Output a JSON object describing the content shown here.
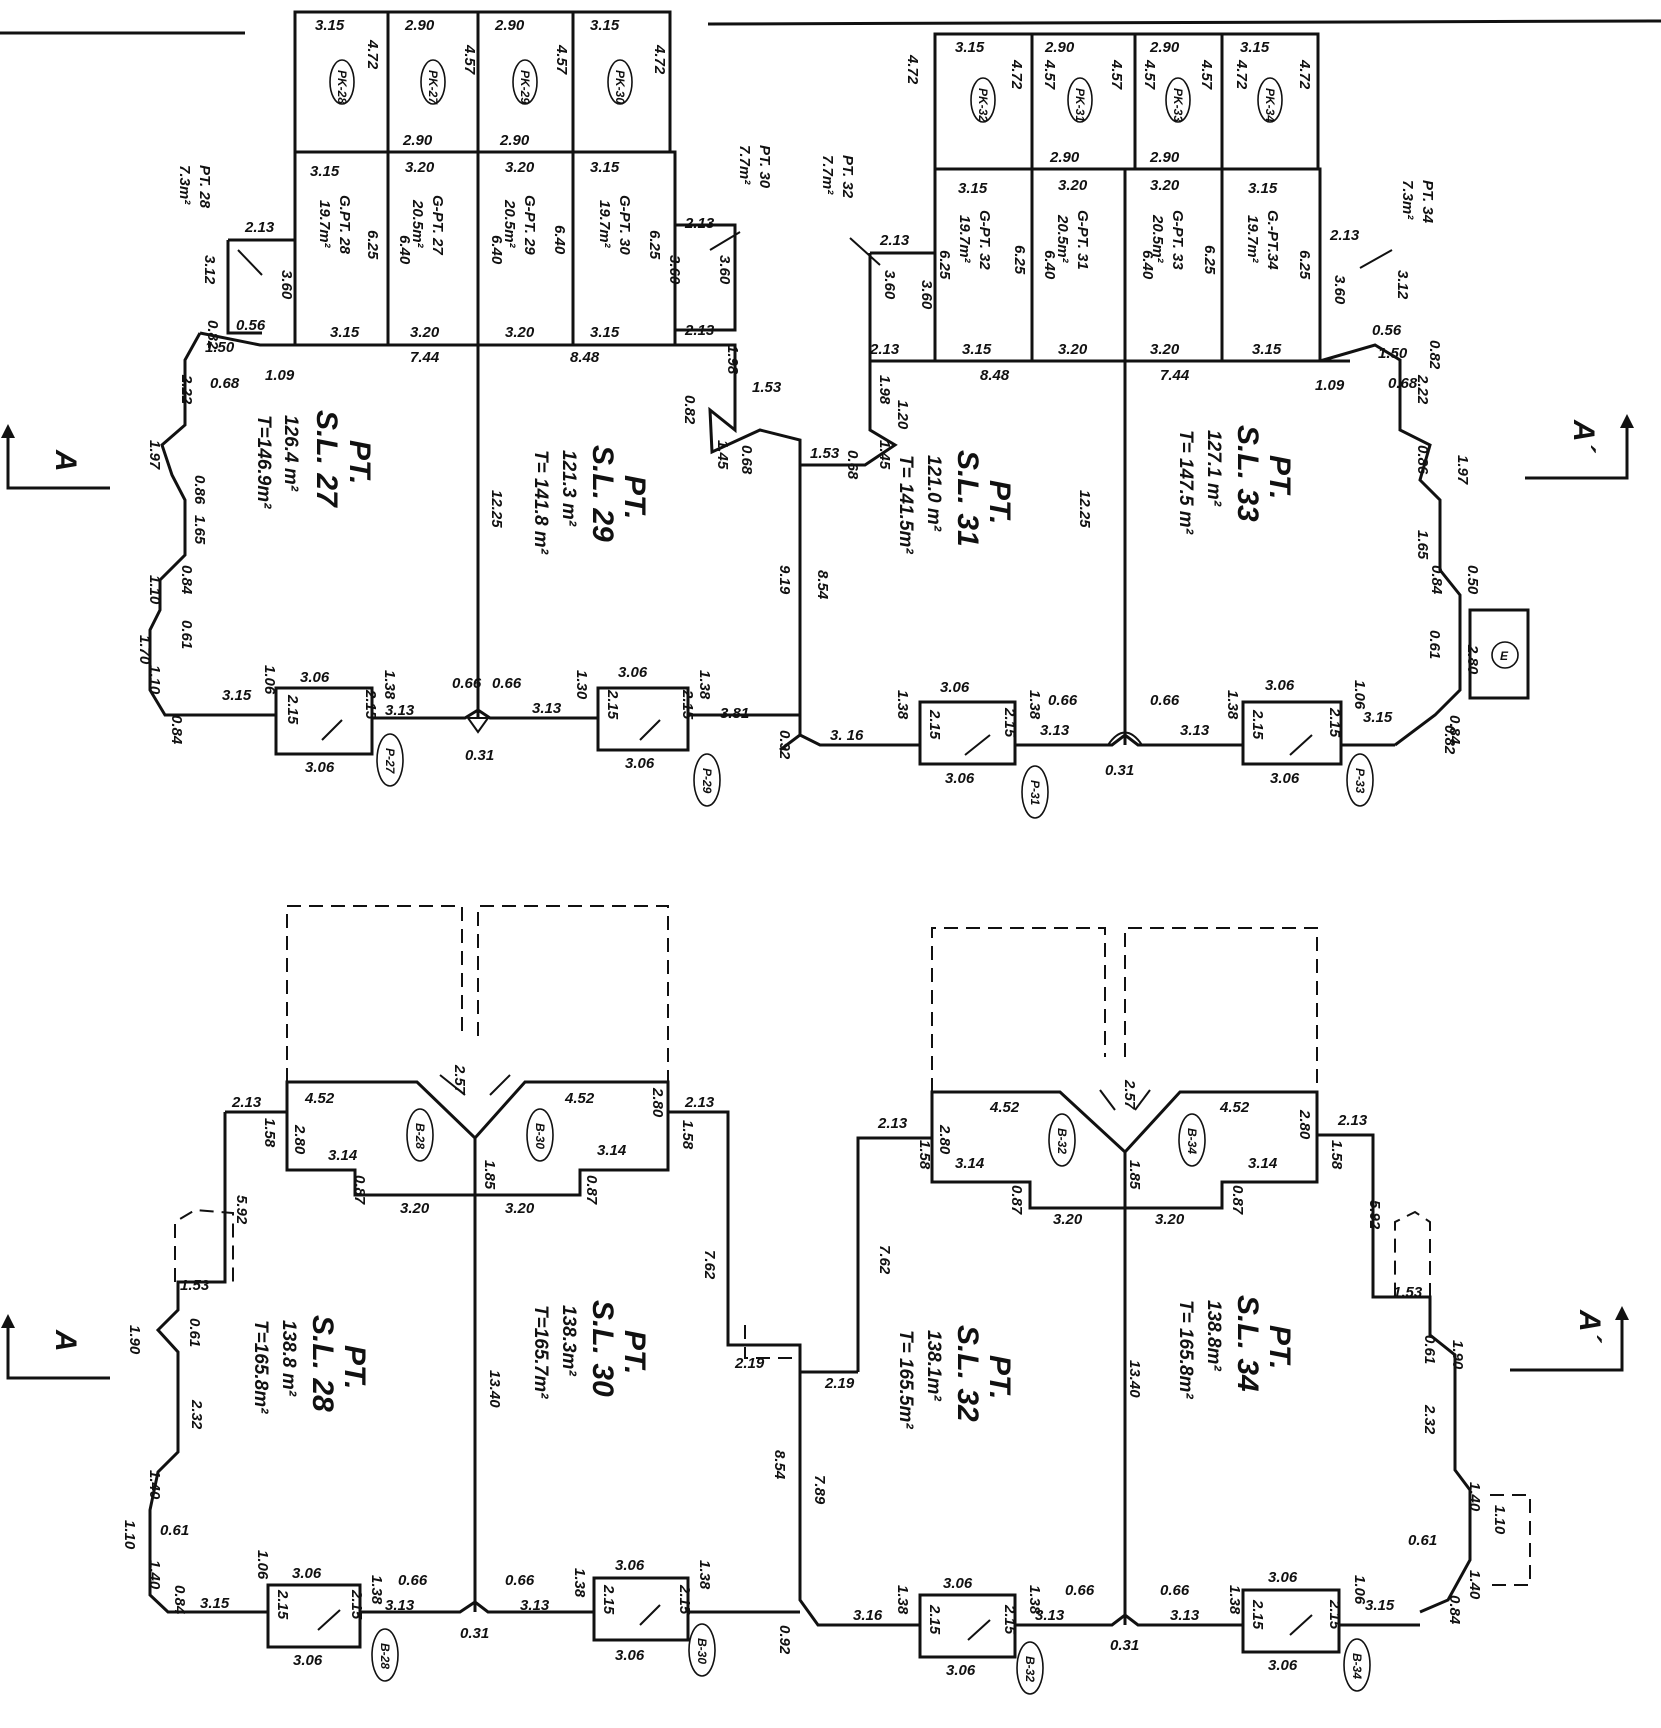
{
  "section_markers": {
    "left": "A",
    "right": "A´"
  },
  "units": [
    {
      "name": "PT.",
      "sl": "S.L. 27",
      "area": "126.4 m²",
      "total": "T=146.9m²"
    },
    {
      "name": "PT.",
      "sl": "S.L. 29",
      "area": "121.3 m²",
      "total": "T= 141.8 m²"
    },
    {
      "name": "PT.",
      "sl": "S.L. 31",
      "area": "121.0 m²",
      "total": "T= 141.5m²"
    },
    {
      "name": "PT.",
      "sl": "S.L. 33",
      "area": "127.1 m²",
      "total": "T= 147.5 m²"
    },
    {
      "name": "PT.",
      "sl": "S.L. 28",
      "area": "138.8 m²",
      "total": "T=165.8m²"
    },
    {
      "name": "PT.",
      "sl": "S.L. 30",
      "area": "138.3m²",
      "total": "T=165.7m²"
    },
    {
      "name": "PT.",
      "sl": "S.L. 32",
      "area": "138.1m²",
      "total": "T= 165.5m²"
    },
    {
      "name": "PT.",
      "sl": "S.L. 34",
      "area": "138.8m²",
      "total": "T= 165.8m²"
    }
  ],
  "garages": [
    {
      "name": "G.PT. 28",
      "area": "19.7m²"
    },
    {
      "name": "G-PT. 27",
      "area": "20.5m²"
    },
    {
      "name": "G-PT. 29",
      "area": "20.5m²"
    },
    {
      "name": "G-PT. 30",
      "area": "19.7m²"
    },
    {
      "name": "G-PT. 32",
      "area": "19.7m²"
    },
    {
      "name": "G-PT. 31",
      "area": "20.5m²"
    },
    {
      "name": "G-PT. 33",
      "area": "20.5m²"
    },
    {
      "name": "G.-PT.34",
      "area": "19.7m²"
    }
  ],
  "patios": [
    {
      "name": "PT. 28",
      "area": "7.3m²"
    },
    {
      "name": "PT. 30",
      "area": "7.7m²"
    },
    {
      "name": "PT. 32",
      "area": "7.7m²"
    },
    {
      "name": "PT. 34",
      "area": "7.3m²"
    }
  ],
  "parking_tags": [
    "PK-28",
    "PK-27",
    "PK-29",
    "PK-30",
    "PK-32",
    "PK-31",
    "PK-33",
    "PK-34"
  ],
  "porch_tags": [
    "P-27",
    "P-29",
    "P-31",
    "P-33"
  ],
  "balcony_tags": [
    "B-28",
    "B-30",
    "B-32",
    "B-34",
    "B-28",
    "B-30",
    "B-32",
    "B-34"
  ],
  "misc_tag": "E",
  "dimensions": {
    "d_315": "3.15",
    "d_320": "3.20",
    "d_290": "2.90",
    "d_472": "4.72",
    "d_457": "4.57",
    "d_625": "6.25",
    "d_640": "6.40",
    "d_213": "2.13",
    "d_360": "3.60",
    "d_312": "3.12",
    "d_744": "7.44",
    "d_848": "8.48",
    "d_056": "0.56",
    "d_150": "1.50",
    "d_068": "0.68",
    "d_109": "1.09",
    "d_082": "0.82",
    "d_222": "2.22",
    "d_197": "1.97",
    "d_086": "0.86",
    "d_165": "1.65",
    "d_084": "0.84",
    "d_110": "1.10",
    "d_170": "1.70",
    "d_061": "0.61",
    "d_106": "1.06",
    "d_306": "3.06",
    "d_215": "2.15",
    "d_138": "1.38",
    "d_313": "3.13",
    "d_066": "0.66",
    "d_031": "0.31",
    "d_130": "1.30",
    "d_381": "3.81",
    "d_092": "0.92",
    "d_1225": "12.25",
    "d_919": "9.19",
    "d_854": "8.54",
    "d_153": "1.53",
    "d_198": "1.98",
    "d_145": "1.45",
    "d_120": "1.20",
    "d_316": "3. 16",
    "d_050": "0.50",
    "d_280": "2.80",
    "d_452": "4.52",
    "d_257": "2.57",
    "d_314": "3.14",
    "d_087": "0.87",
    "d_185": "1.85",
    "d_158": "1.58",
    "d_592": "5.92",
    "d_190": "1.90",
    "d_232": "2.32",
    "d_140": "1.40",
    "d_1340": "13.40",
    "d_762": "7.62",
    "d_219": "2.19",
    "d_789": "7.89",
    "d_316b": "3.16"
  }
}
